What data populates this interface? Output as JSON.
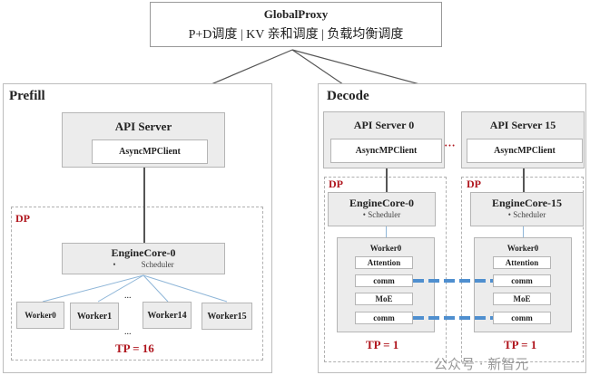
{
  "global_proxy": {
    "title": "GlobalProxy",
    "subtitle": "P+D调度 | KV 亲和调度 | 负载均衡调度"
  },
  "prefill": {
    "label": "Prefill",
    "api_server": "API Server",
    "client": "AsyncMPClient",
    "dp": "DP",
    "engine_core": "EngineCore-0",
    "scheduler_bullet": "•",
    "scheduler": "Scheduler",
    "workers": [
      "Worker0",
      "Worker1",
      "Worker14",
      "Worker15"
    ],
    "ellipsis": "...",
    "tp": "TP = 16"
  },
  "decode": {
    "label": "Decode",
    "ellipsis_dots": "• • •",
    "instances": [
      {
        "api_server": "API Server 0",
        "client": "AsyncMPClient",
        "dp": "DP",
        "engine_core": "EngineCore-0",
        "scheduler": "• Scheduler",
        "worker": "Worker0",
        "modules": [
          "Attention",
          "comm",
          "MoE",
          "comm"
        ],
        "tp": "TP = 1"
      },
      {
        "api_server": "API Server 15",
        "client": "AsyncMPClient",
        "dp": "DP",
        "engine_core": "EngineCore-15",
        "scheduler": "• Scheduler",
        "worker": "Worker0",
        "modules": [
          "Attention",
          "comm",
          "MoE",
          "comm"
        ],
        "tp": "TP = 1"
      }
    ]
  },
  "watermark": "公众号 · 新智元",
  "colors": {
    "accent_red": "#b0161e",
    "comm_link": "#4f8fcf",
    "worker_link": "#8fb6d8"
  }
}
